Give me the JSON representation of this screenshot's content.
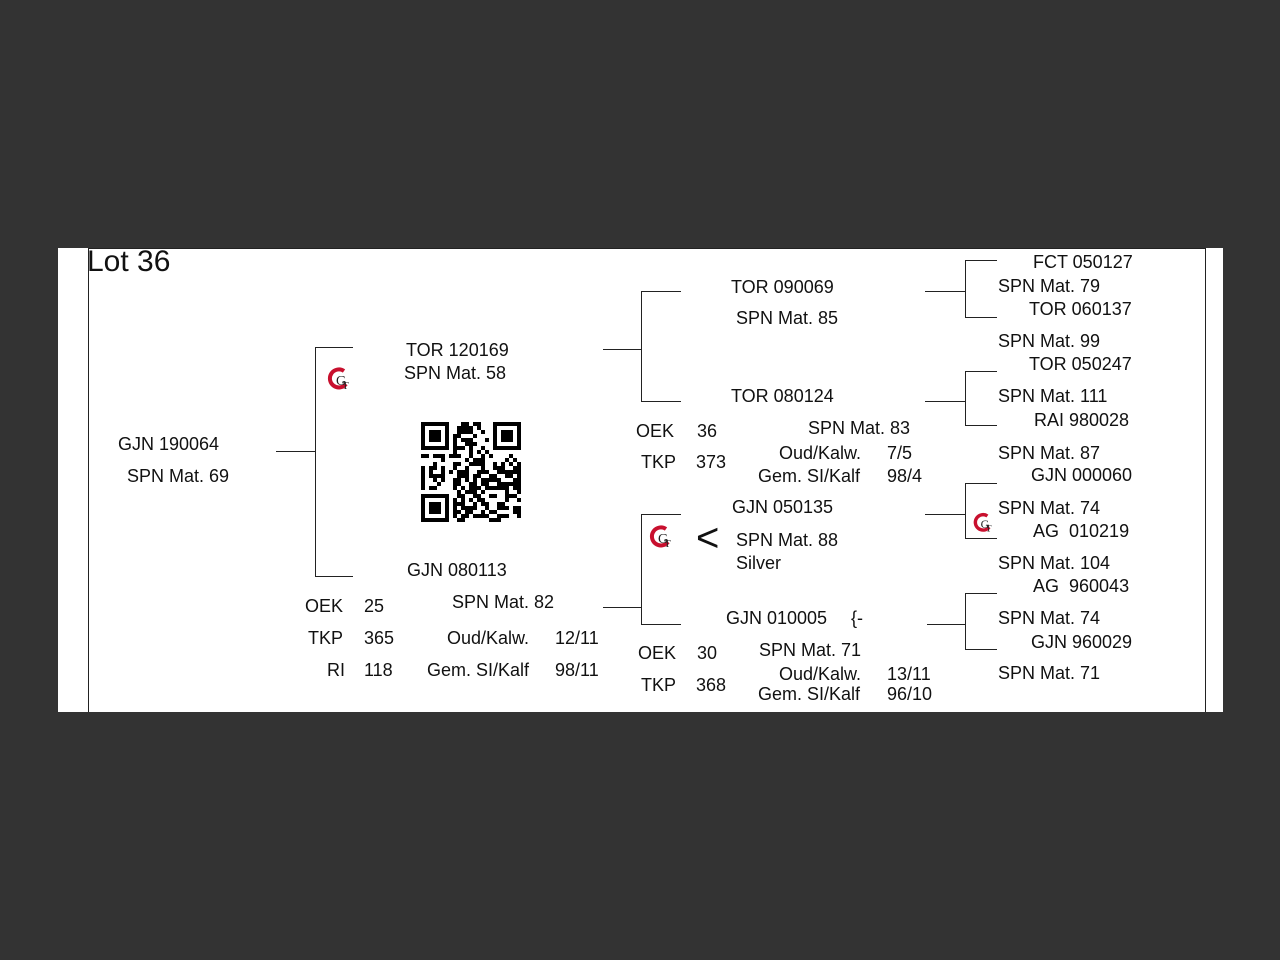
{
  "lot_label": "Lot 36",
  "subject": {
    "id": "GJN 190064",
    "spn": "SPN Mat. 69"
  },
  "sire": {
    "id": "TOR 120169",
    "spn": "SPN Mat. 58",
    "stats": {
      "oek_label": "OEK",
      "oek": "25",
      "tkp_label": "TKP",
      "tkp": "365",
      "ri_label": "RI",
      "ri": "118"
    }
  },
  "dam": {
    "id": "GJN 080113",
    "spn": "SPN Mat. 82",
    "oud_label": "Oud/Kalw.",
    "oud": "12/11",
    "gem_label": "Gem. SI/Kalf",
    "gem": "98/11"
  },
  "sire_sire": {
    "id": "TOR 090069",
    "spn": "SPN Mat. 85"
  },
  "sire_dam": {
    "id": "TOR 080124",
    "spn": "SPN Mat. 83",
    "oek_label": "OEK",
    "oek": "36",
    "tkp_label": "TKP",
    "tkp": "373",
    "oud_label": "Oud/Kalw.",
    "oud": "7/5",
    "gem_label": "Gem. SI/Kalf",
    "gem": "98/4"
  },
  "dam_sire": {
    "id": "GJN 050135",
    "spn": "SPN Mat. 88",
    "note": "Silver",
    "symbol": "<"
  },
  "dam_dam": {
    "id": "GJN 010005",
    "suffix": "{-",
    "spn": "SPN Mat. 71",
    "oek_label": "OEK",
    "oek": "30",
    "tkp_label": "TKP",
    "tkp": "368",
    "oud_label": "Oud/Kalw.",
    "oud": "13/11",
    "gem_label": "Gem. SI/Kalf",
    "gem": "96/10"
  },
  "great_grandparents": [
    {
      "id": "FCT 050127",
      "spn": "SPN Mat. 79"
    },
    {
      "id": "TOR 060137",
      "spn": "SPN Mat. 99"
    },
    {
      "id": "TOR 050247",
      "spn": "SPN Mat. 111"
    },
    {
      "id": "RAI 980028",
      "spn": "SPN Mat. 87"
    },
    {
      "id": "GJN 000060",
      "spn": "SPN Mat. 74"
    },
    {
      "id": "AG  010219",
      "spn": "SPN Mat. 104"
    },
    {
      "id": "AG  960043",
      "spn": "SPN Mat. 74"
    },
    {
      "id": "GJN 960029",
      "spn": "SPN Mat. 71"
    }
  ],
  "icons": {
    "breeder_logo": "gt-logo-icon",
    "qr": "qr-code-icon"
  },
  "colors": {
    "logo_red": "#c8102e",
    "page_bg": "#333333",
    "sheet_bg": "#ffffff"
  }
}
